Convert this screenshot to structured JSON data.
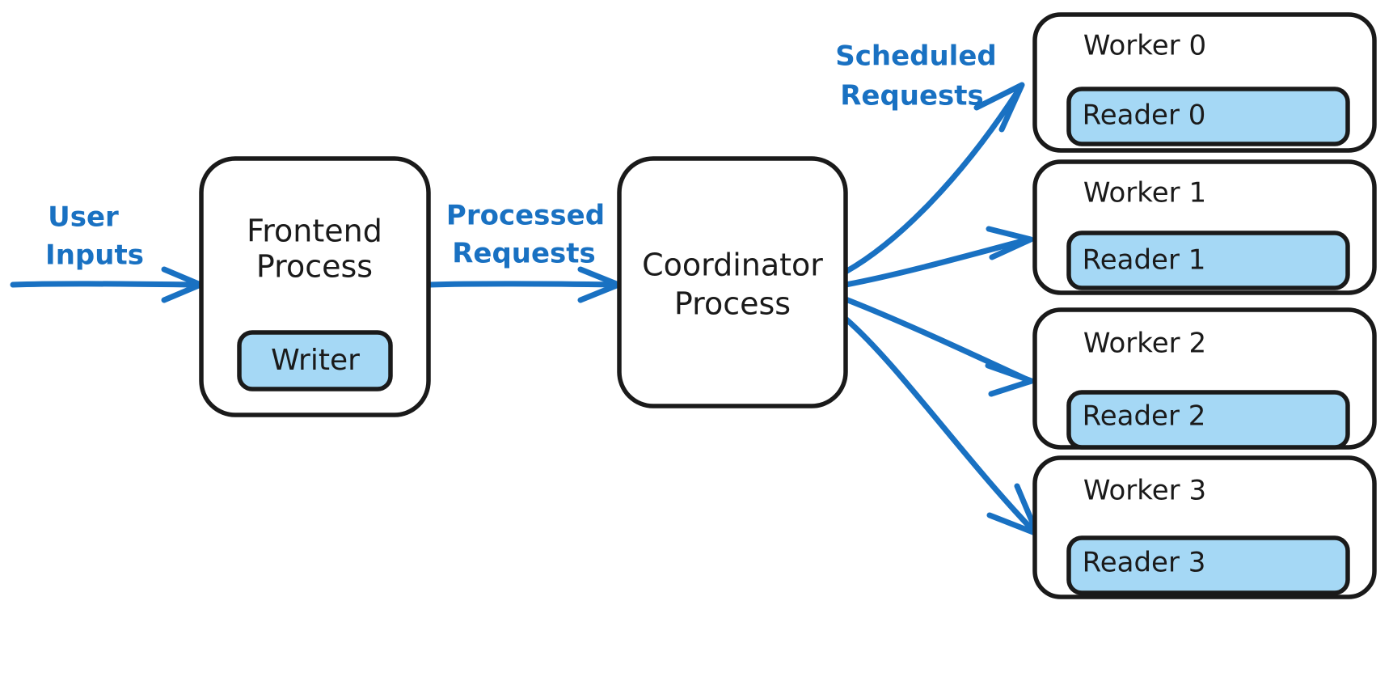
{
  "diagram": {
    "title": "Frontend / Coordinator / Worker process architecture",
    "colors": {
      "accent_blue": "#1971c2",
      "fill_light_blue": "#a5d8f5",
      "stroke_black": "#1a1a1a",
      "background": "#ffffff"
    },
    "nodes": {
      "frontend": {
        "label_line1": "Frontend",
        "label_line2": "Process",
        "inner_label": "Writer"
      },
      "coordinator": {
        "label_line1": "Coordinator",
        "label_line2": "Process"
      },
      "workers": [
        {
          "label": "Worker 0",
          "inner_label": "Reader 0"
        },
        {
          "label": "Worker 1",
          "inner_label": "Reader 1"
        },
        {
          "label": "Worker 2",
          "inner_label": "Reader 2"
        },
        {
          "label": "Worker 3",
          "inner_label": "Reader 3"
        }
      ]
    },
    "edge_labels": {
      "user_inputs_line1": "User",
      "user_inputs_line2": "Inputs",
      "processed_line1": "Processed",
      "processed_line2": "Requests",
      "scheduled_line1": "Scheduled",
      "scheduled_line2": "Requests"
    }
  }
}
